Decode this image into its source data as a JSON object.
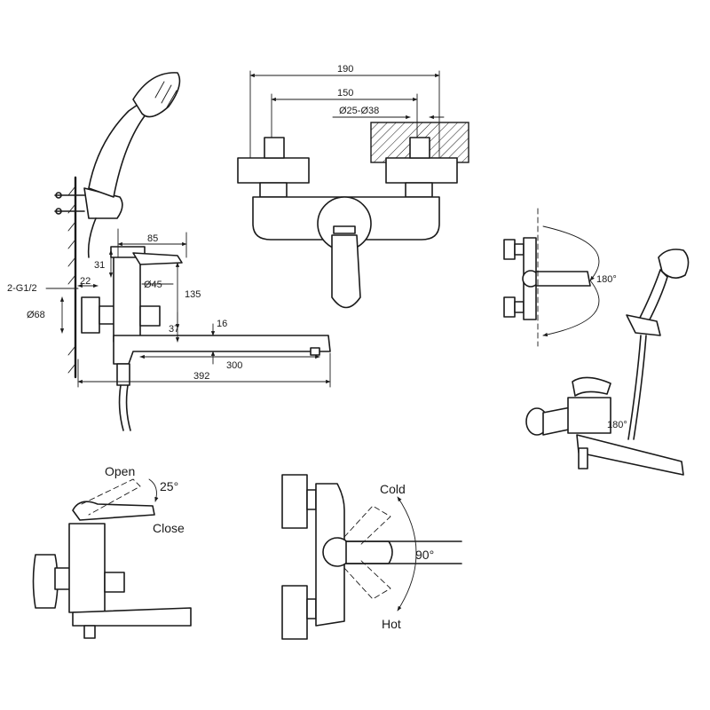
{
  "side_view": {
    "dim_85": "85",
    "dim_31": "31",
    "dim_22": "22",
    "dim_thread": "2-G1/2",
    "dim_dia45": "Ø45",
    "dim_135": "135",
    "dim_dia68": "Ø68",
    "dim_37": "37",
    "dim_16": "16",
    "dim_300": "300",
    "dim_392": "392"
  },
  "front_view": {
    "dim_190": "190",
    "dim_150": "150",
    "dim_bore": "Ø25-Ø38"
  },
  "top_rotation_view": {
    "angle_label": "180°"
  },
  "perspective_view": {
    "angle_label": "180°"
  },
  "lever_view": {
    "open_label": "Open",
    "close_label": "Close",
    "angle_label": "25°"
  },
  "temp_view": {
    "cold_label": "Cold",
    "hot_label": "Hot",
    "angle_label": "90°"
  }
}
